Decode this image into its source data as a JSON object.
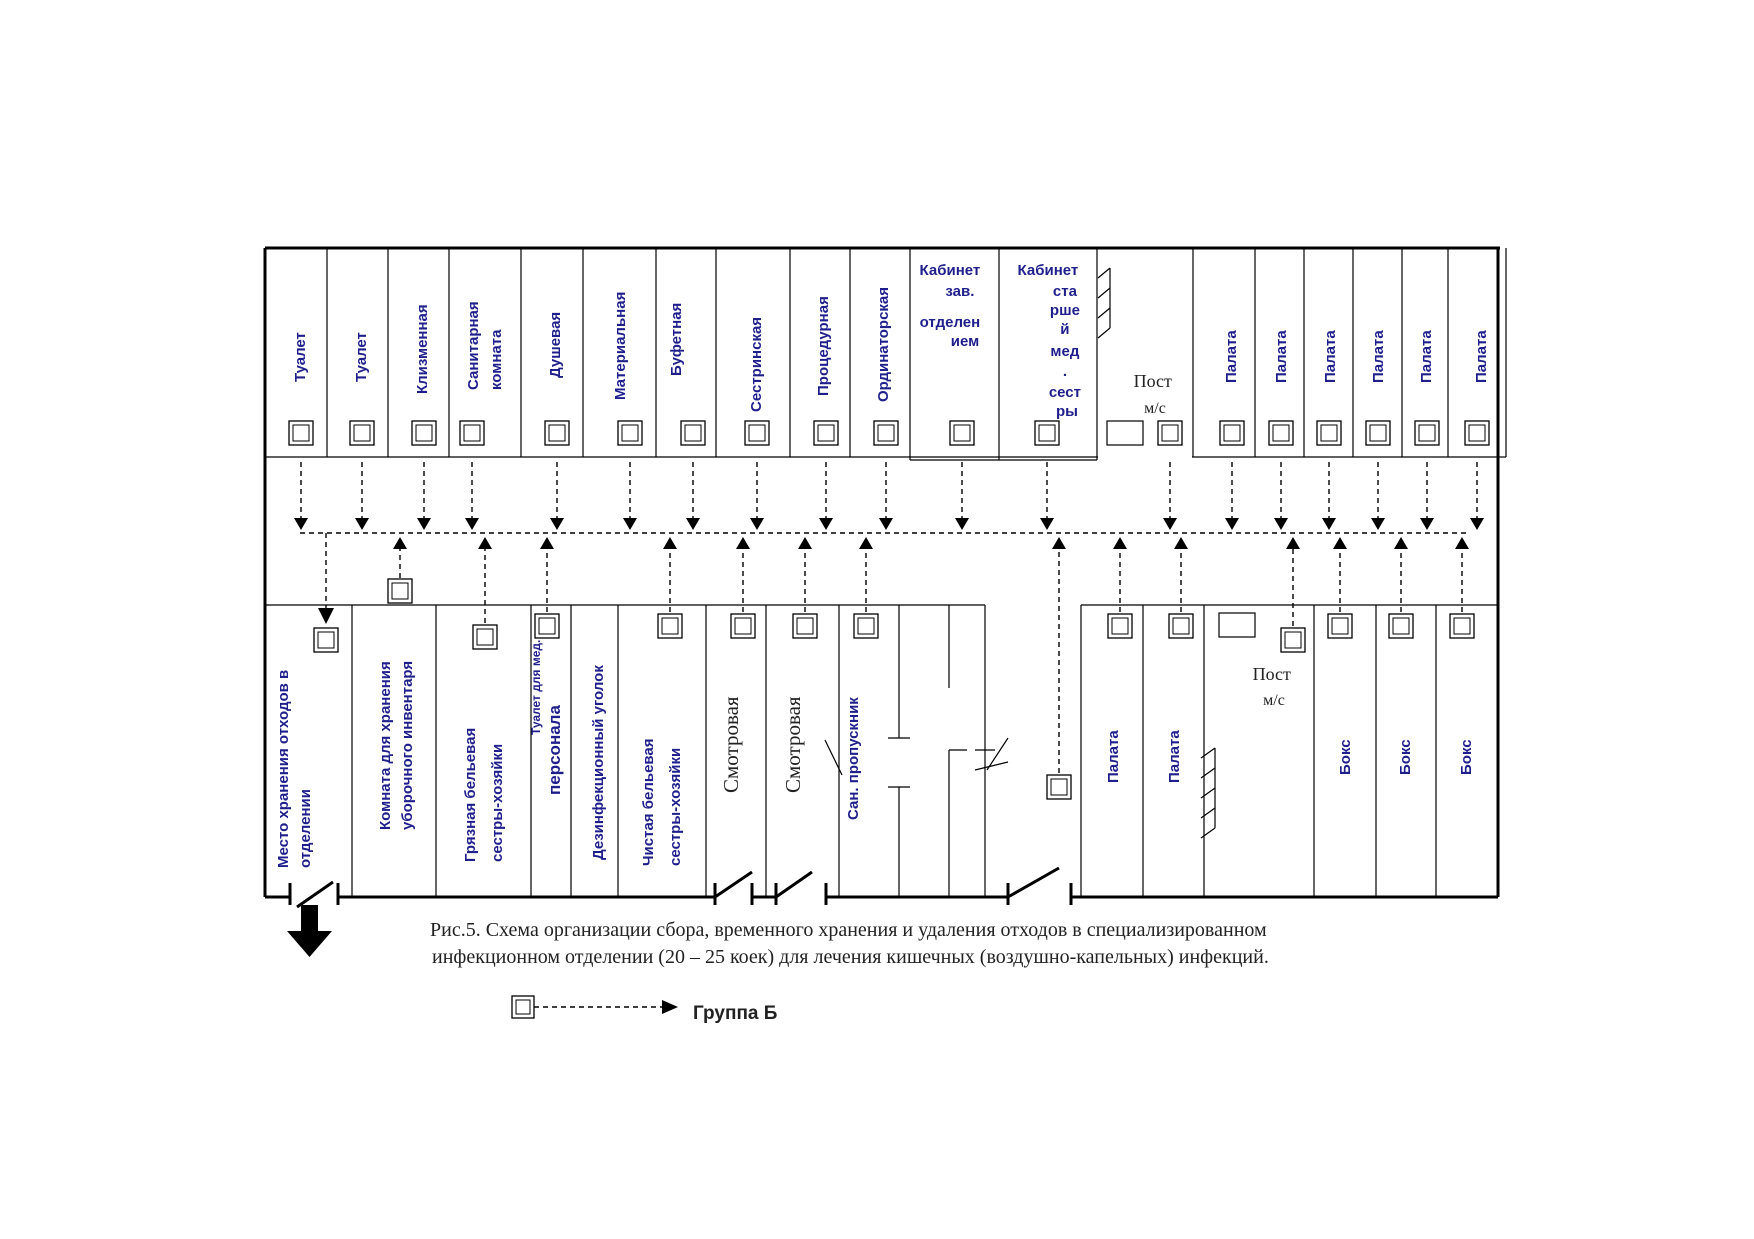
{
  "top_rooms": [
    {
      "label": "Туалет"
    },
    {
      "label": "Туалет"
    },
    {
      "label": "Клизменная"
    },
    {
      "label": "Санитарная комната"
    },
    {
      "label": "Душевая"
    },
    {
      "label": "Материальная"
    },
    {
      "label": "Буфетная"
    },
    {
      "label": "Сестринская"
    },
    {
      "label": "Процедурная"
    },
    {
      "label": "Ординаторская"
    },
    {
      "label": "Кабинет зав. отделен ием"
    },
    {
      "label": "Кабинет ста рше й мед . сест ры"
    },
    {
      "label": "Пост м/с"
    },
    {
      "label": "Палата"
    },
    {
      "label": "Палата"
    },
    {
      "label": "Палата"
    },
    {
      "label": "Палата"
    },
    {
      "label": "Палата"
    },
    {
      "label": "Палата"
    }
  ],
  "bottom_rooms": [
    {
      "label": "Место хранения отходов в отделении"
    },
    {
      "label": "Комната для хранения уборочного инвентаря"
    },
    {
      "label": "Грязная бельевая сестры-хозяйки"
    },
    {
      "label": "Туалет для мед. персонала"
    },
    {
      "label": "Дезинфекционный уголок"
    },
    {
      "label": "Чистая бельевая сестры-хозяйки"
    },
    {
      "label": "Смотровая"
    },
    {
      "label": "Смотровая"
    },
    {
      "label": "Сан. пропускник"
    },
    {
      "label": "Палата"
    },
    {
      "label": "Палата"
    },
    {
      "label": "Пост м/с"
    },
    {
      "label": "Бокс"
    },
    {
      "label": "Бокс"
    },
    {
      "label": "Бокс"
    }
  ],
  "caption": {
    "line1": "Рис.5. Схема организации сбора, временного хранения и удаления отходов в  специализированном",
    "line2": "инфекционном отделении (20 – 25 коек) для лечения кишечных (воздушно-капельных) инфекций."
  },
  "legend": {
    "label": "Группа Б"
  }
}
